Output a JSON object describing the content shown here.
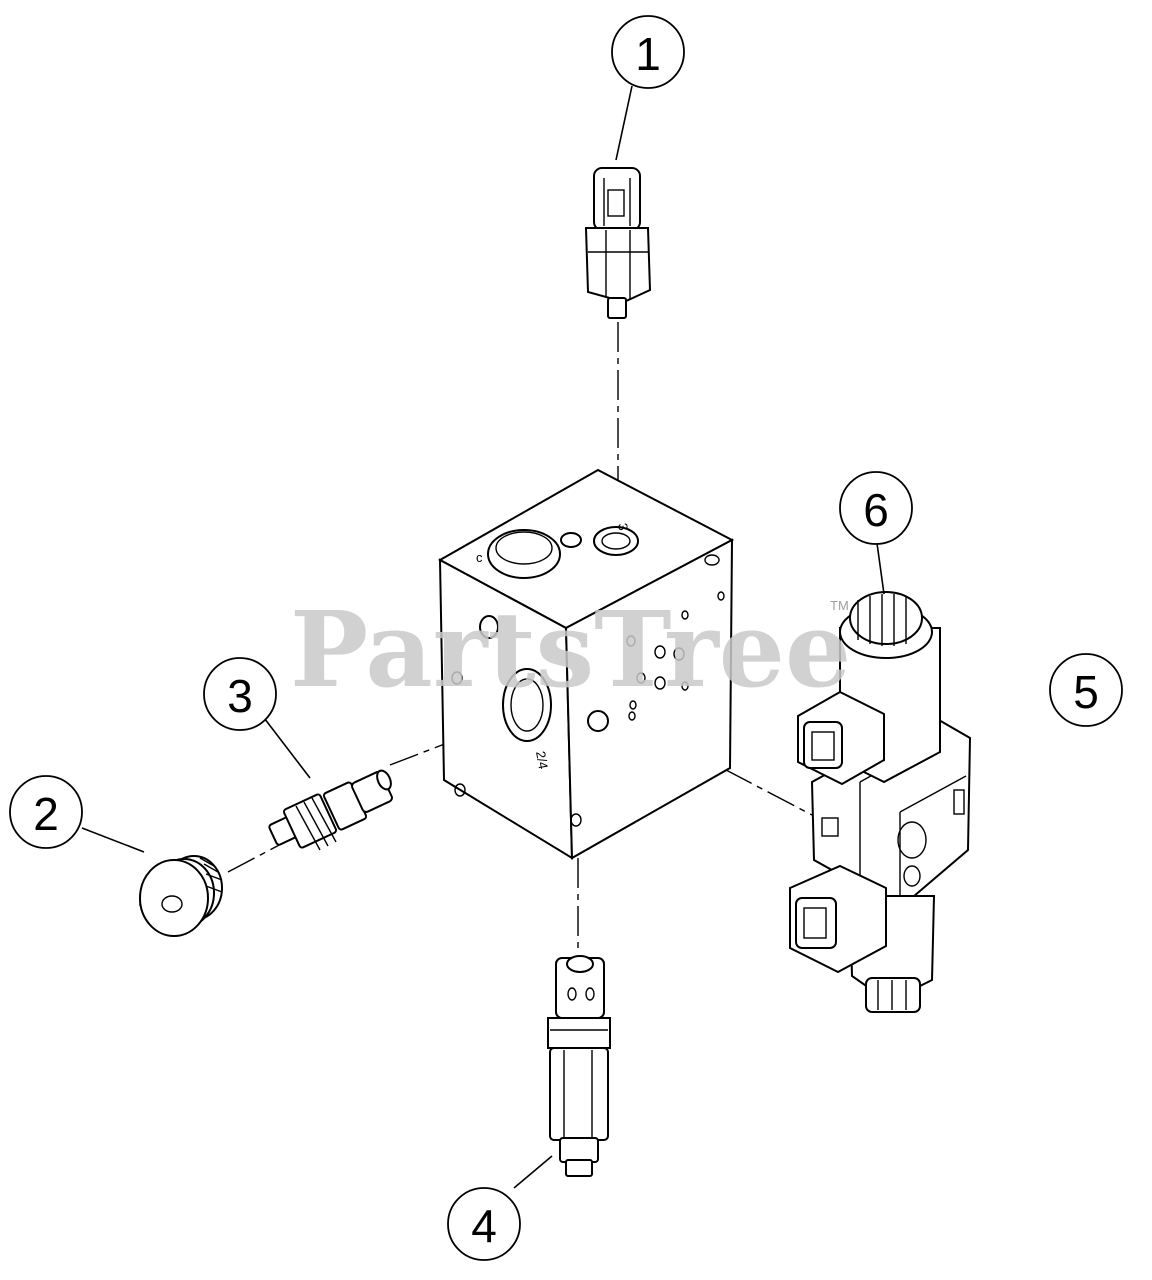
{
  "callouts": [
    {
      "id": "1",
      "label": "1"
    },
    {
      "id": "2",
      "label": "2"
    },
    {
      "id": "3",
      "label": "3"
    },
    {
      "id": "4",
      "label": "4"
    },
    {
      "id": "5",
      "label": "5"
    },
    {
      "id": "6",
      "label": "6"
    }
  ],
  "watermark": {
    "text": "PartsTree",
    "trademark": "TM"
  },
  "block_markings": {
    "top_port": "3",
    "top_left": "c",
    "side_port": "2/4"
  },
  "colors": {
    "line": "#000000",
    "background": "#ffffff",
    "watermark": "#c9c9c9"
  }
}
